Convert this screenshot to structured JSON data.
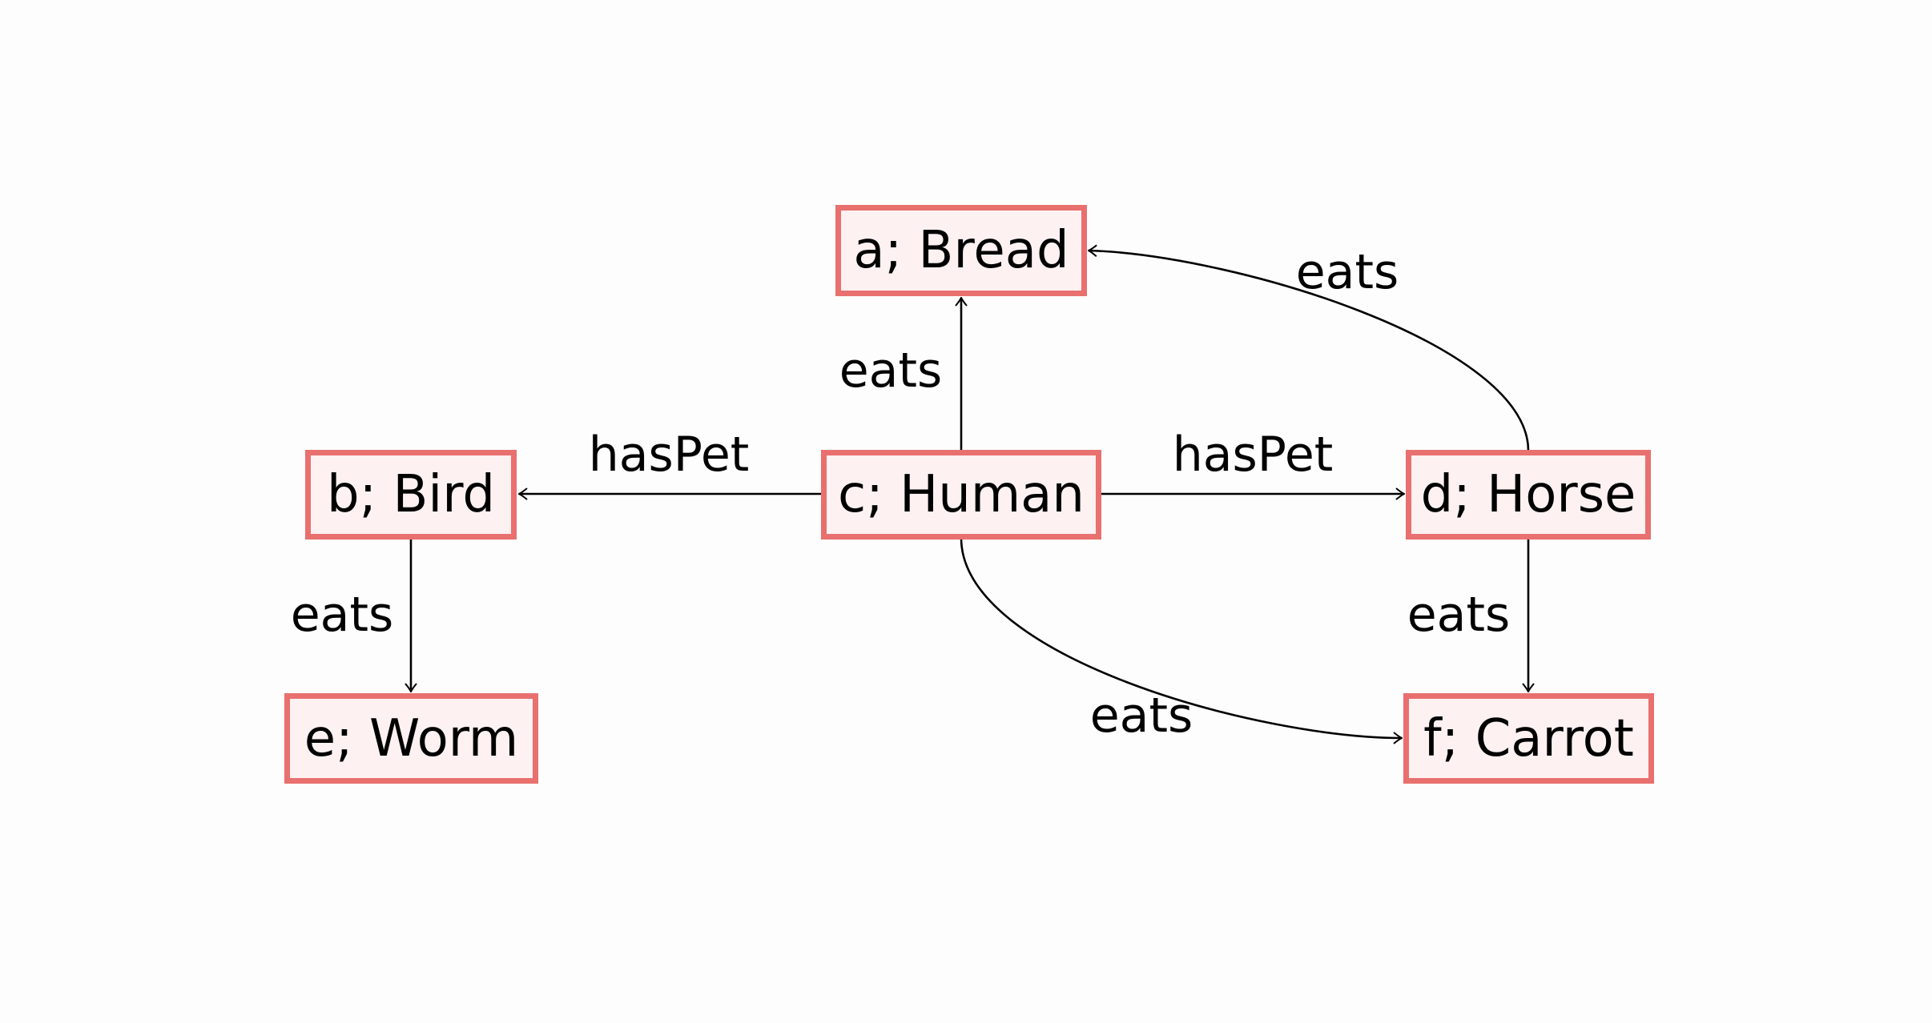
{
  "diagram": {
    "type": "directed-graph",
    "colors": {
      "node_border": "#E8706E",
      "node_fill": "#FDF1F2",
      "edge": "#000000",
      "text": "#000000",
      "background": "#FDFDFD"
    },
    "nodes": [
      {
        "id": "a",
        "label": "a; Bread"
      },
      {
        "id": "b",
        "label": "b; Bird"
      },
      {
        "id": "c",
        "label": "c; Human"
      },
      {
        "id": "d",
        "label": "d; Horse"
      },
      {
        "id": "e",
        "label": "e; Worm"
      },
      {
        "id": "f",
        "label": "f; Carrot"
      }
    ],
    "edges": [
      {
        "from": "c",
        "to": "a",
        "label": "eats"
      },
      {
        "from": "c",
        "to": "b",
        "label": "hasPet"
      },
      {
        "from": "c",
        "to": "d",
        "label": "hasPet"
      },
      {
        "from": "d",
        "to": "a",
        "label": "eats"
      },
      {
        "from": "b",
        "to": "e",
        "label": "eats"
      },
      {
        "from": "d",
        "to": "f",
        "label": "eats"
      },
      {
        "from": "c",
        "to": "f",
        "label": "eats"
      }
    ]
  }
}
